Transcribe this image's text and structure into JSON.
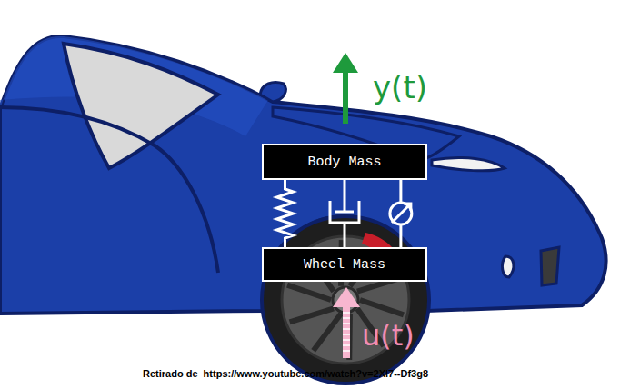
{
  "diagram": {
    "nodes": [
      {
        "text": [
          "Body Mass"
        ]
      },
      {
        "text": [
          "Wheel Mass"
        ]
      }
    ],
    "edges": [
      {
        "from": 0,
        "to": 1,
        "arrow": "none"
      },
      {
        "from": 0,
        "to": 1,
        "arrow": "none"
      },
      {
        "from": 0,
        "to": 1,
        "arrow": "none"
      }
    ],
    "labels": [
      "y(t)",
      "u(t)",
      "Retirado de  https://www.youtube.com/watch?v=2Xl7--Df3g8"
    ]
  }
}
